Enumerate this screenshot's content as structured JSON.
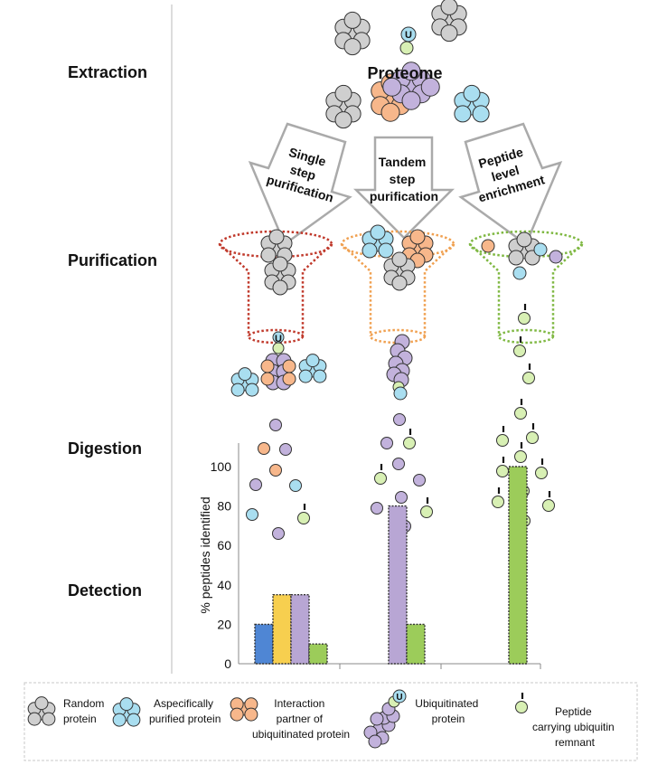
{
  "stages": {
    "extraction": "Extraction",
    "purification": "Purification",
    "digestion": "Digestion",
    "detection": "Detection"
  },
  "proteome_label": "Proteome",
  "ubiquitin_letter": "U",
  "methods": {
    "single": [
      "Single",
      "step",
      "purification"
    ],
    "tandem": [
      "Tandem",
      "step",
      "purification"
    ],
    "peptide": [
      "Peptide",
      "level",
      "enrichment"
    ]
  },
  "legend": {
    "random": [
      "Random",
      "protein"
    ],
    "aspecific": [
      "Aspecifically",
      "purified protein"
    ],
    "interaction": [
      "Interaction",
      "partner of",
      "ubiquitinated protein"
    ],
    "ubiquitinated": [
      "Ubiquitinated",
      "protein"
    ],
    "peptide": [
      "Peptide",
      "carrying ubiquitin",
      "remnant"
    ]
  },
  "colors": {
    "random": "#cfcfcf",
    "aspecific": "#a9def0",
    "interaction": "#f7b78b",
    "ubiquitinated": "#c2b2dc",
    "peptide": "#d8f0b4",
    "bar_blue": "#4f86d4",
    "bar_yellow": "#f7cf4f",
    "bar_purple": "#b8a6d4",
    "bar_green": "#9ccc5a",
    "funnel_single": "#c0392b",
    "funnel_tandem": "#f0a050",
    "funnel_peptide": "#7fb842"
  },
  "chart_data": {
    "type": "bar",
    "ylabel": "% peptides identified",
    "ylim": [
      0,
      100
    ],
    "yticks": [
      0,
      20,
      40,
      60,
      80,
      100
    ],
    "categories": [
      "Single step purification",
      "Tandem step purification",
      "Peptide level enrichment"
    ],
    "series": [
      {
        "key": "random",
        "values": [
          20,
          0,
          0
        ]
      },
      {
        "key": "interaction",
        "values": [
          35,
          0,
          0
        ]
      },
      {
        "key": "ubiquitinated",
        "values": [
          35,
          80,
          0
        ]
      },
      {
        "key": "peptide",
        "values": [
          10,
          20,
          100
        ]
      }
    ]
  }
}
